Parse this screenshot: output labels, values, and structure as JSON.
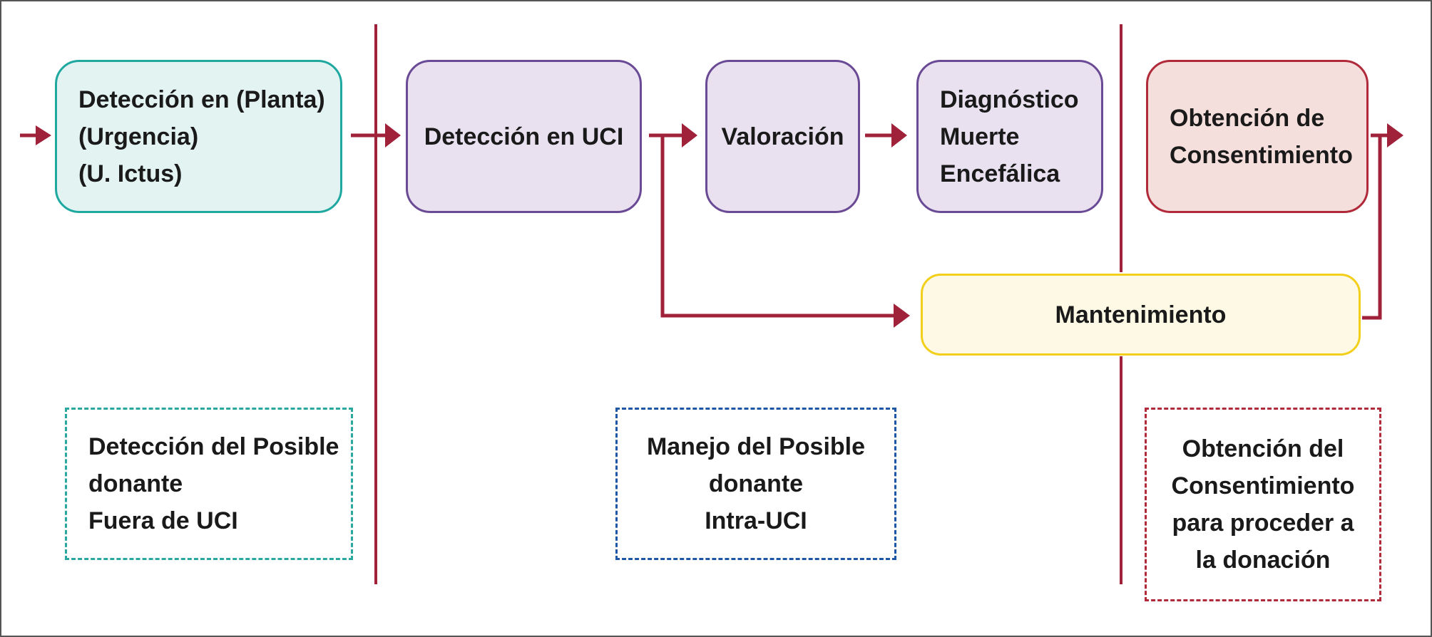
{
  "colors": {
    "arrow": "#a0213a",
    "divider": "#a0213a",
    "teal": "#1fa8a0",
    "purple": "#6a4a95",
    "red": "#b02a3a",
    "yellow": "#f2cf1a",
    "blue": "#1e56a6"
  },
  "process": {
    "detection_outside": "Detección en (Planta)\n(Urgencia)\n(U. Ictus)",
    "detection_icu": "Detección en UCI",
    "assessment": "Valoración",
    "brain_death": "Diagnóstico\nMuerte\nEncefálica",
    "consent": "Obtención de\nConsentimiento",
    "maintenance": "Mantenimiento"
  },
  "phases": {
    "phase1": "Detección del Posible\ndonante\nFuera de UCI",
    "phase2": "Manejo del Posible\ndonante\nIntra-UCI",
    "phase3": "Obtención del\nConsentimiento\npara proceder a\nla donación"
  }
}
